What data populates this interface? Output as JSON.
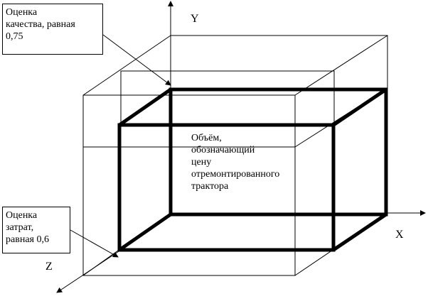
{
  "axes": {
    "x_label": "X",
    "y_label": "Y",
    "z_label": "Z"
  },
  "callouts": {
    "quality": {
      "lines": [
        "Оценка",
        "качества, равная",
        "0,75"
      ]
    },
    "cost": {
      "lines": [
        "Оценка",
        "затрат,",
        "равная 0,6"
      ]
    }
  },
  "volume_label": {
    "lines": [
      "Объём,",
      "обозначающий",
      "цену",
      "отремонтированного",
      "трактора"
    ]
  },
  "colors": {
    "stroke": "#000000",
    "background": "#ffffff"
  }
}
